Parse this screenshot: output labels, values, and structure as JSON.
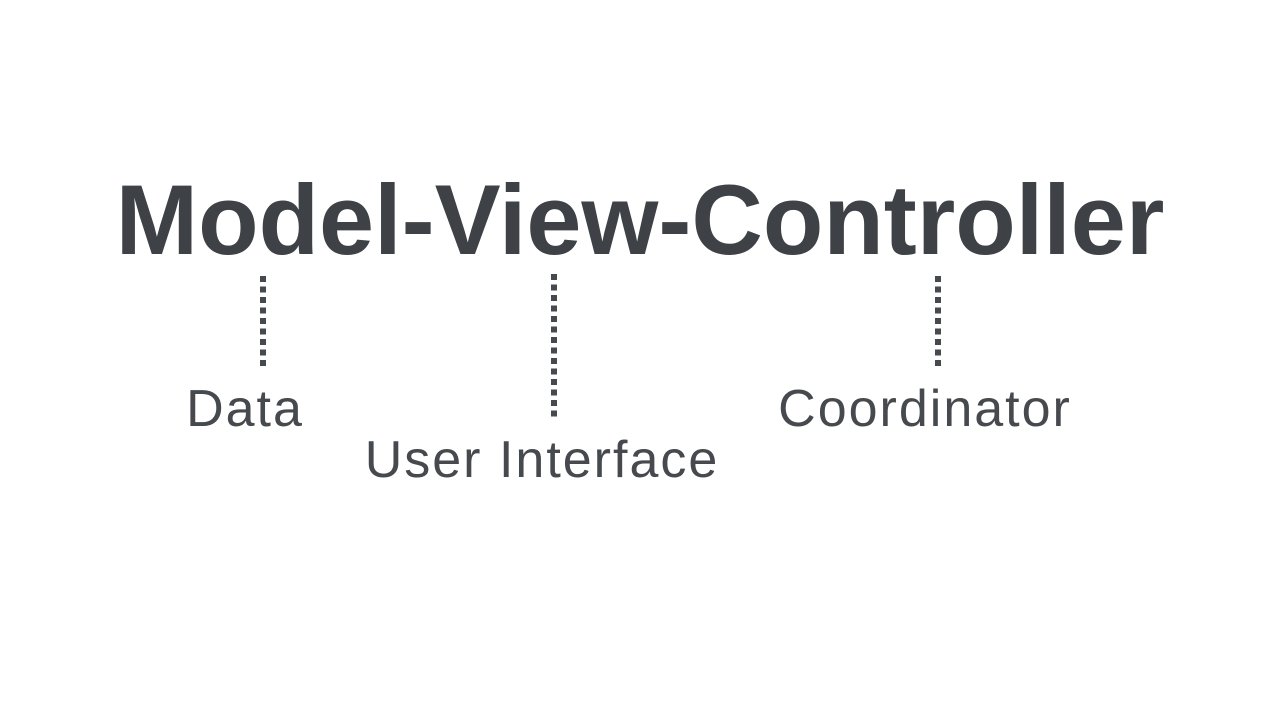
{
  "diagram": {
    "title": "Model-View-Controller",
    "annotations": [
      {
        "term": "Model",
        "label": "Data"
      },
      {
        "term": "View",
        "label": "User Interface"
      },
      {
        "term": "Controller",
        "label": "Coordinator"
      }
    ],
    "connector_style": "vertical-dotted",
    "colors": {
      "background": "#ffffff",
      "title_text": "#3e4246",
      "label_text": "#46494d",
      "connector": "#46494d"
    }
  }
}
